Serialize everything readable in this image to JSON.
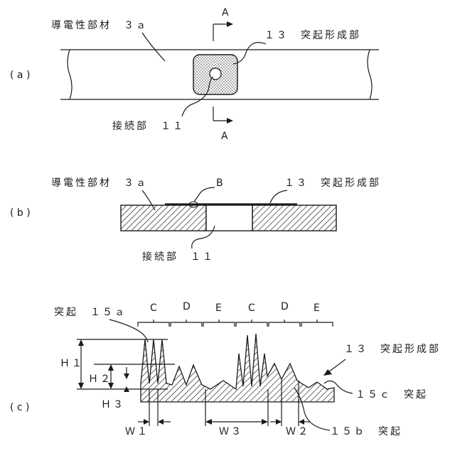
{
  "figure_a": {
    "panel_label": "( a )",
    "conductive_member": "導電性部材　３ａ",
    "protrusion_region": "１３　突起形成部",
    "connection": "接続部　１１",
    "section_top": "A",
    "section_bottom": "A"
  },
  "figure_b": {
    "panel_label": "( b )",
    "conductive_member": "導電性部材　３ａ",
    "detail_label": "B",
    "protrusion_region": "１３　突起形成部",
    "connection": "接続部　１１"
  },
  "figure_c": {
    "panel_label": "( c )",
    "protrusion_a": "突起　１５ａ",
    "zones": [
      "C",
      "D",
      "E",
      "C",
      "D",
      "E"
    ],
    "h1": "Ｈ１",
    "h2": "Ｈ２",
    "h3": "Ｈ３",
    "protrusion_region": "１３　突起形成部",
    "protrusion_c": "１５ｃ　突起",
    "w1": "Ｗ１",
    "w3": "Ｗ３",
    "w2": "Ｗ２",
    "protrusion_b": "１５ｂ　突起"
  }
}
